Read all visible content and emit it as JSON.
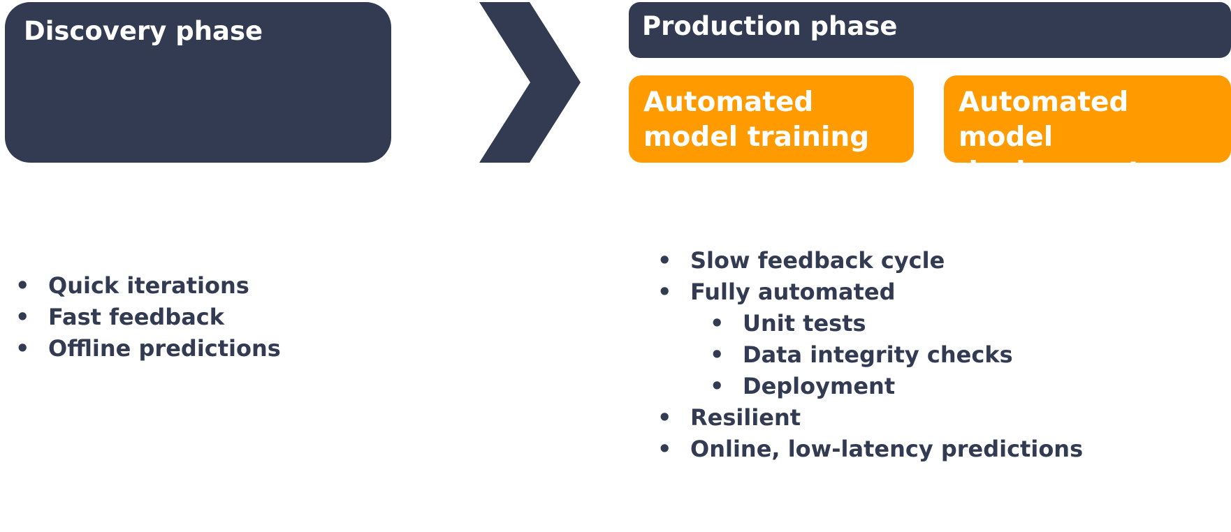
{
  "discovery": {
    "title": "Discovery phase",
    "bullets": [
      "Quick iterations",
      "Fast feedback",
      "Offline predictions"
    ]
  },
  "production": {
    "title": "Production phase",
    "stages": [
      "Automated model training",
      "Automated model deployment"
    ],
    "bullets": [
      {
        "text": "Slow feedback cycle",
        "level": 1
      },
      {
        "text": "Fully automated",
        "level": 1
      },
      {
        "text": "Unit tests",
        "level": 2
      },
      {
        "text": "Data integrity checks",
        "level": 2
      },
      {
        "text": "Deployment",
        "level": 2
      },
      {
        "text": "Resilient",
        "level": 1
      },
      {
        "text": "Online, low-latency predictions",
        "level": 1
      }
    ]
  },
  "colors": {
    "navy": "#333b52",
    "orange": "#ff9a00",
    "background": "#ffffff"
  },
  "icons": {
    "transition": "chevron-right-icon"
  }
}
